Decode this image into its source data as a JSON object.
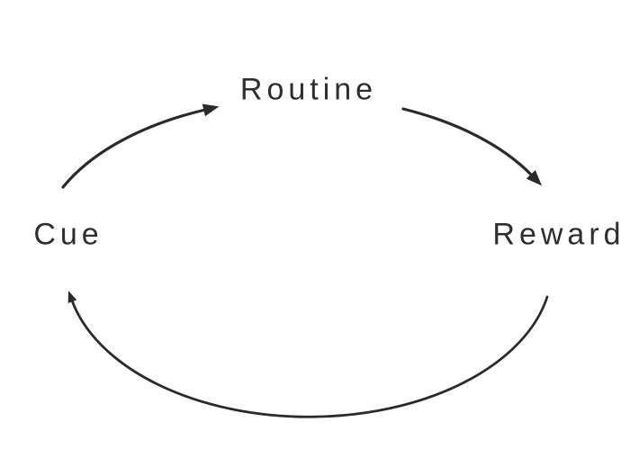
{
  "diagram": {
    "type": "cycle",
    "nodes": [
      {
        "id": "routine",
        "label": "Routine",
        "position": "top"
      },
      {
        "id": "cue",
        "label": "Cue",
        "position": "left"
      },
      {
        "id": "reward",
        "label": "Reward",
        "position": "right"
      }
    ],
    "edges": [
      {
        "from": "cue",
        "to": "routine"
      },
      {
        "from": "routine",
        "to": "reward"
      },
      {
        "from": "reward",
        "to": "cue"
      }
    ],
    "colors": {
      "ink": "#2b2b2d",
      "background": "#ffffff"
    }
  }
}
